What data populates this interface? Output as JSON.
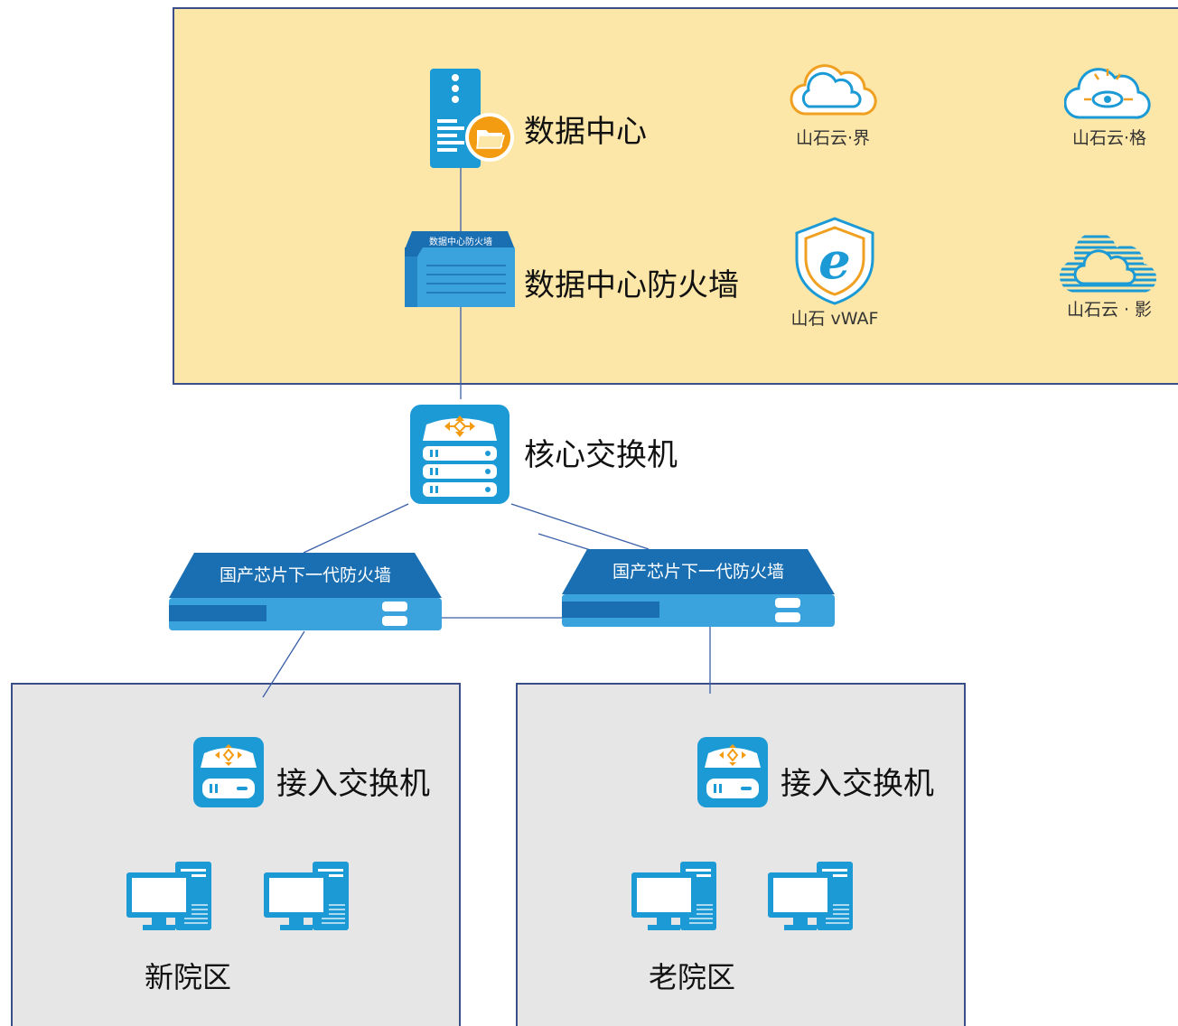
{
  "datacenter": {
    "label": "数据中心",
    "firewall_label": "数据中心防火墙",
    "firewall_plate": "数据中心防火墙",
    "services": [
      {
        "name": "山石云·界",
        "icon": "cloud-icon"
      },
      {
        "name": "山石云·格",
        "icon": "cloud-eye-icon"
      },
      {
        "name": "山石 vWAF",
        "icon": "shield-e-icon"
      },
      {
        "name": "山石云 · 影",
        "icon": "cloud-lines-icon"
      }
    ]
  },
  "core": {
    "label": "核心交换机"
  },
  "firewalls": [
    {
      "label": "国产芯片下一代防火墙"
    },
    {
      "label": "国产芯片下一代防火墙"
    }
  ],
  "campuses": [
    {
      "name": "新院区",
      "switch_label": "接入交换机"
    },
    {
      "name": "老院区",
      "switch_label": "接入交换机"
    }
  ],
  "colors": {
    "datacenter_bg": "#fde7a8",
    "campus_bg": "#e6e6e6",
    "border": "#3a4f8a",
    "device_blue": "#1b9ad6",
    "accent_orange": "#f39c12",
    "line": "#3a5fa8"
  }
}
